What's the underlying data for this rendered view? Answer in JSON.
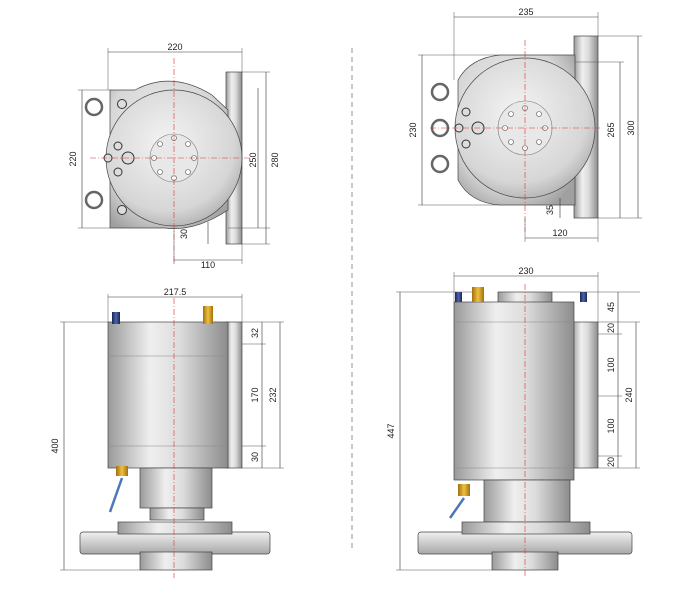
{
  "views": {
    "top_left": {
      "dims": {
        "width": "220",
        "height": "220",
        "h250": "250",
        "h280": "280",
        "h30": "30",
        "w110": "110"
      }
    },
    "top_right": {
      "dims": {
        "width": "235",
        "h230": "230",
        "h265": "265",
        "h300": "300",
        "h35": "35",
        "w120": "120"
      }
    },
    "bottom_left": {
      "dims": {
        "width": "217.5",
        "h32": "32",
        "h170": "170",
        "h232": "232",
        "h30": "30",
        "h400": "400"
      }
    },
    "bottom_right": {
      "dims": {
        "width": "230",
        "h45": "45",
        "h20a": "20",
        "h100a": "100",
        "h240": "240",
        "h100b": "100",
        "h20b": "20",
        "h447": "447"
      }
    }
  },
  "colors": {
    "body_light": "#e6e6e6",
    "body_dark": "#9a9a9a",
    "centerline": "#e03030",
    "fitting_gold": "#d4a020",
    "fitting_blue": "#2a3c7a"
  }
}
